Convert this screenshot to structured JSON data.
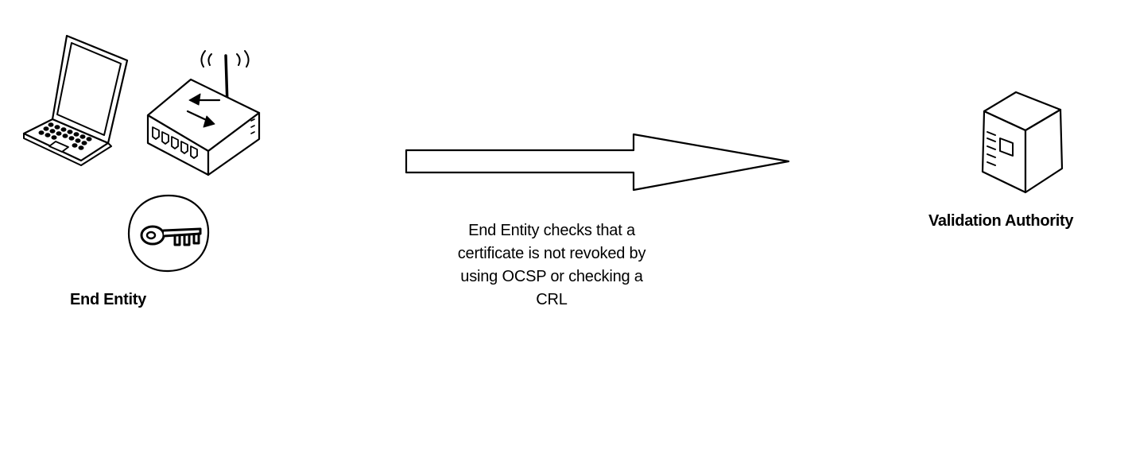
{
  "diagram": {
    "nodes": {
      "end_entity": {
        "label": "End Entity",
        "icons": [
          "laptop-icon",
          "wireless-router-icon",
          "key-icon"
        ]
      },
      "validation_authority": {
        "label": "Validation Authority",
        "icons": [
          "server-icon"
        ]
      }
    },
    "edges": [
      {
        "from": "end_entity",
        "to": "validation_authority",
        "style": "block-arrow",
        "label": "End Entity checks that a certificate is not revoked by using OCSP or checking a CRL",
        "label_lines": [
          "End Entity checks that a",
          "certificate is not revoked by",
          "using OCSP or checking a",
          "CRL"
        ]
      }
    ]
  }
}
